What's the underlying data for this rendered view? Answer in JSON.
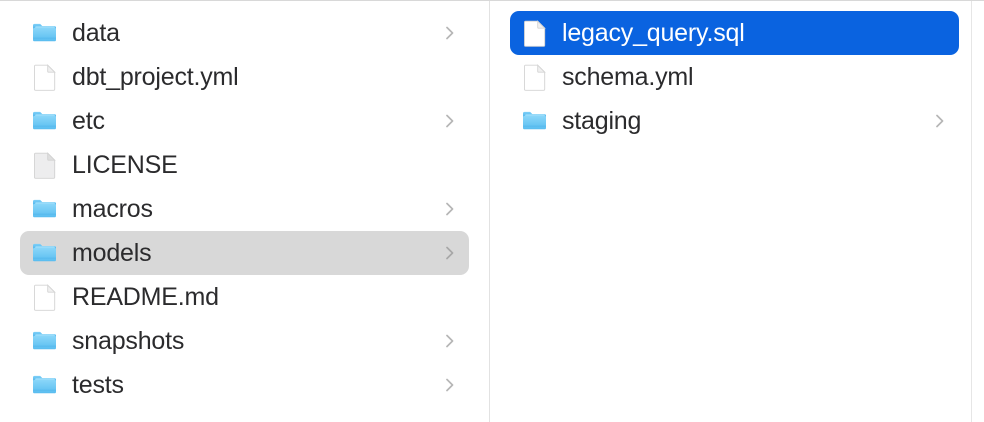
{
  "app": {
    "name": "Finder",
    "view_mode": "column",
    "accent_color": "#0a63e0",
    "inactive_selection_color": "#d8d8d8",
    "text_color": "#2b2b2d",
    "selected_text_color": "#ffffff",
    "folder_icon_color": "#5ec1f0",
    "divider_color": "#e2e2e2"
  },
  "columns": [
    {
      "name": "parent-column",
      "items": [
        {
          "label": "data",
          "kind": "folder",
          "icon": "folder-icon",
          "has_chevron": true,
          "selected": false
        },
        {
          "label": "dbt_project.yml",
          "kind": "file",
          "icon": "document-icon",
          "has_chevron": false,
          "selected": false
        },
        {
          "label": "etc",
          "kind": "folder",
          "icon": "folder-icon",
          "has_chevron": true,
          "selected": false
        },
        {
          "label": "LICENSE",
          "kind": "file",
          "icon": "document-plain-icon",
          "has_chevron": false,
          "selected": false
        },
        {
          "label": "macros",
          "kind": "folder",
          "icon": "folder-icon",
          "has_chevron": true,
          "selected": false
        },
        {
          "label": "models",
          "kind": "folder",
          "icon": "folder-icon",
          "has_chevron": true,
          "selected": true,
          "selection_state": "inactive"
        },
        {
          "label": "README.md",
          "kind": "file",
          "icon": "document-icon",
          "has_chevron": false,
          "selected": false
        },
        {
          "label": "snapshots",
          "kind": "folder",
          "icon": "folder-icon",
          "has_chevron": true,
          "selected": false
        },
        {
          "label": "tests",
          "kind": "folder",
          "icon": "folder-icon",
          "has_chevron": true,
          "selected": false
        }
      ]
    },
    {
      "name": "child-column",
      "items": [
        {
          "label": "legacy_query.sql",
          "kind": "file",
          "icon": "document-icon",
          "has_chevron": false,
          "selected": true,
          "selection_state": "active"
        },
        {
          "label": "schema.yml",
          "kind": "file",
          "icon": "document-icon",
          "has_chevron": false,
          "selected": false
        },
        {
          "label": "staging",
          "kind": "folder",
          "icon": "folder-icon",
          "has_chevron": true,
          "selected": false
        }
      ]
    }
  ]
}
